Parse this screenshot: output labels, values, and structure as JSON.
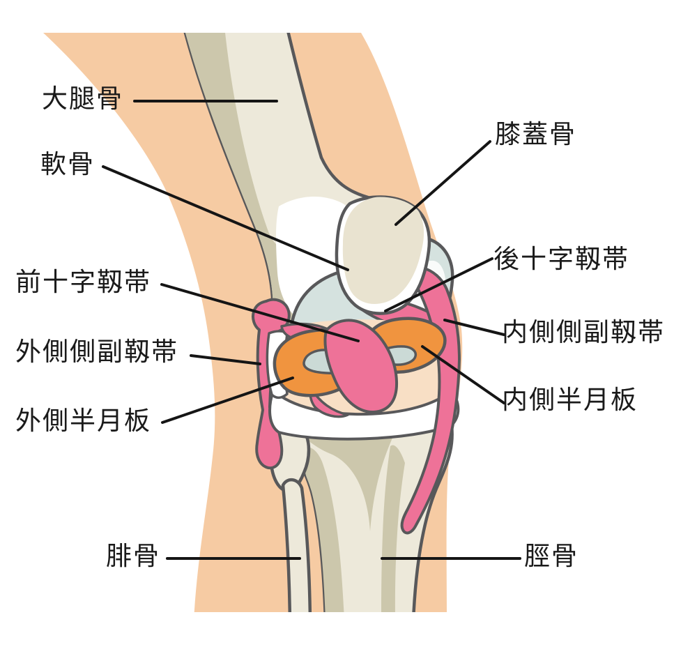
{
  "diagram": {
    "labels": [
      {
        "id": "femur",
        "text": "大腿骨"
      },
      {
        "id": "cartilage",
        "text": "軟骨"
      },
      {
        "id": "anterior-cruciate-ligament",
        "text": "前十字靱帯"
      },
      {
        "id": "lateral-collateral-ligament",
        "text": "外側側副靱帯"
      },
      {
        "id": "lateral-meniscus",
        "text": "外側半月板"
      },
      {
        "id": "fibula",
        "text": "腓骨"
      },
      {
        "id": "patella",
        "text": "膝蓋骨"
      },
      {
        "id": "posterior-cruciate-ligament",
        "text": "後十字靱帯"
      },
      {
        "id": "medial-collateral-ligament",
        "text": "内側側副靱帯"
      },
      {
        "id": "medial-meniscus",
        "text": "内側半月板"
      },
      {
        "id": "tibia",
        "text": "脛骨"
      }
    ],
    "colors": {
      "background": "#FFFFFF",
      "skin": "#F6CBA3",
      "joint_space_tan": "#F8DFC5",
      "bone_cream": "#EDE9DA",
      "bone_shading": "#CCC7AC",
      "cartilage_blue": "#D5E2DF",
      "ligament_pink": "#EE7298",
      "meniscus_orange": "#F0943F",
      "outline_gray": "#58585A",
      "pointer_line": "#151515",
      "label_text": "#1A1A1A"
    }
  }
}
